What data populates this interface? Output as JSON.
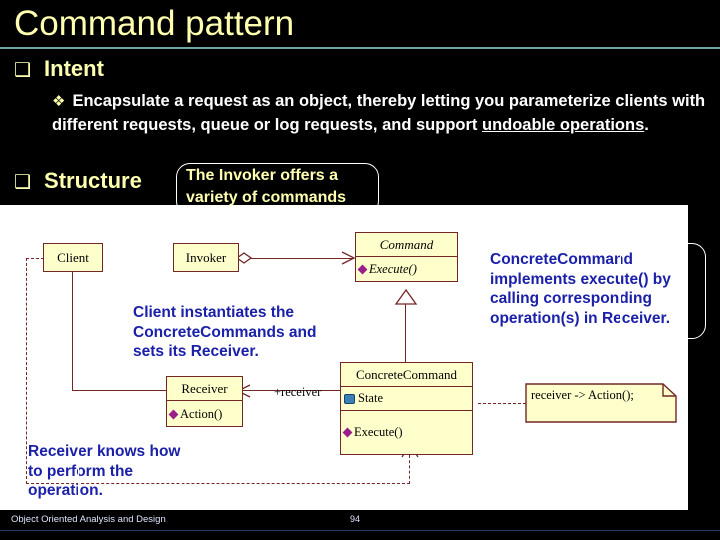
{
  "slide": {
    "title": "Command pattern",
    "bullets": [
      {
        "marker": "❑",
        "text": "Intent",
        "level": 1
      },
      {
        "marker": "❖",
        "text": "Encapsulate a request as an object, thereby letting you parameterize clients with different requests, queue or log requests, and support undoable operations.",
        "level": 2,
        "underlined_tail": "undoable operations"
      },
      {
        "marker": "❑",
        "text": "Structure",
        "level": 1
      }
    ],
    "footer": {
      "text": "Object Oriented Analysis and Design",
      "page": "94"
    }
  },
  "callouts": [
    {
      "id": "invoker-callout",
      "text": "The Invoker offers a variety of commands",
      "color": "#ffffb0"
    },
    {
      "id": "client-note",
      "text": "Client instantiates the ConcreteCommands and sets its Receiver.",
      "color": "#1a20a8"
    },
    {
      "id": "concrete-note",
      "text": "ConcreteCommand implements execute() by calling corresponding operation(s) in Receiver.",
      "color": "#1a20a8"
    },
    {
      "id": "receiver-note",
      "text": "Receiver knows how to perform the operation.",
      "color": "#1a20a8"
    }
  ],
  "diagram": {
    "classes": [
      {
        "id": "client",
        "name": "Client",
        "members": []
      },
      {
        "id": "invoker",
        "name": "Invoker",
        "members": []
      },
      {
        "id": "command",
        "name": "Command",
        "abstract": true,
        "members": [
          {
            "text": "Execute()",
            "kind": "operation",
            "abstract": true
          }
        ]
      },
      {
        "id": "receiver",
        "name": "Receiver",
        "members": [
          {
            "text": "Action()",
            "kind": "operation"
          }
        ]
      },
      {
        "id": "concretecommand",
        "name": "ConcreteCommand",
        "members": [
          {
            "text": "State",
            "kind": "attribute"
          },
          {
            "text": "Execute()",
            "kind": "operation"
          }
        ]
      }
    ],
    "labels": [
      {
        "id": "receiver-role",
        "text": "+receiver"
      }
    ],
    "note": {
      "id": "action-note",
      "text": "receiver -> Action();"
    },
    "colors": {
      "class_fill": "#ffffcc",
      "class_border": "#732626",
      "line": "#732626",
      "operation_marker": "#9b1f8a",
      "attribute_marker": "#3a7fb5",
      "annotation": "#1a20a8",
      "title": "#ffffb0",
      "body": "#ffffff",
      "rule": "#6fa8a8",
      "background": "#000000",
      "canvas": "#ffffff"
    }
  }
}
